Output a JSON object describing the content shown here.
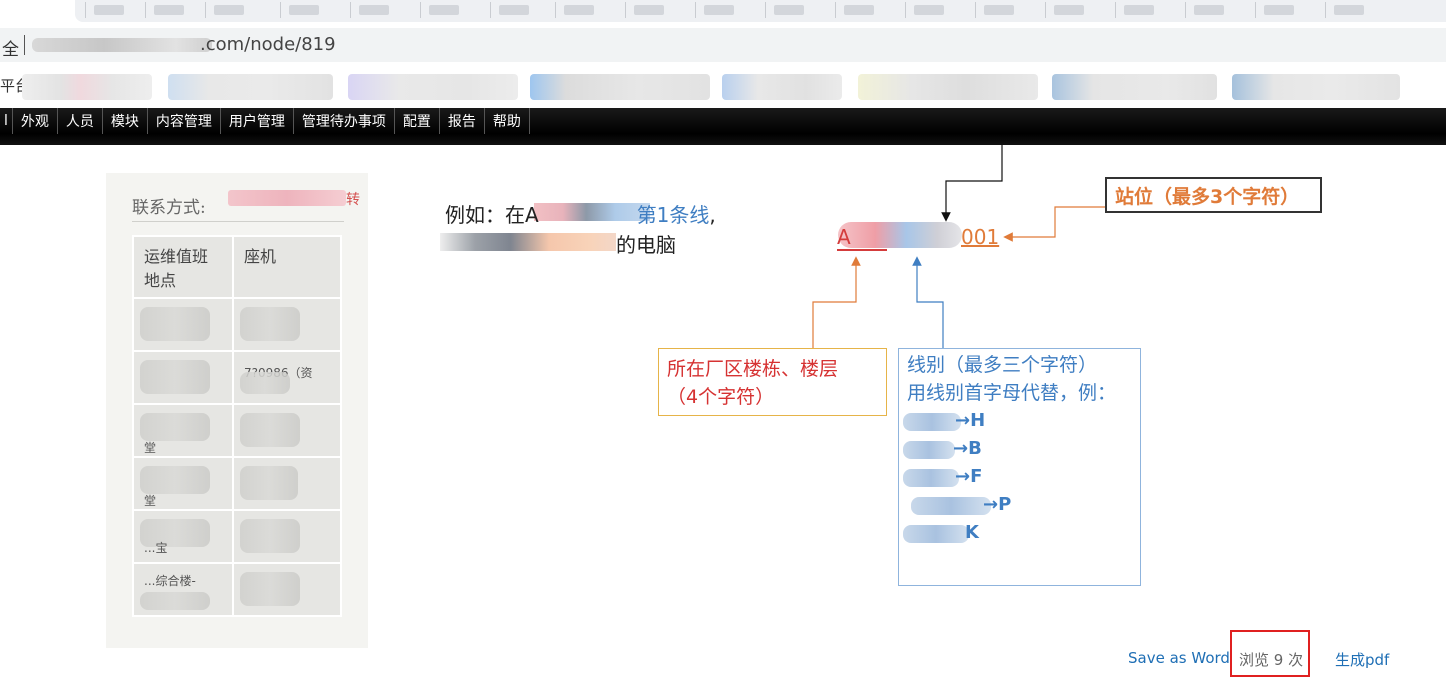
{
  "browser": {
    "address": {
      "secure_label": "全",
      "url_visible": ".com/node/819"
    },
    "bookmarks": {
      "first_label": "平台"
    }
  },
  "admin_toolbar": {
    "items": [
      "l",
      "外观",
      "人员",
      "模块",
      "内容管理",
      "用户管理",
      "管理待办事项",
      "配置",
      "报告",
      "帮助"
    ]
  },
  "sidebar": {
    "contact_label": "联系方式:",
    "contact_suffix": "转",
    "table": {
      "headers": [
        "运维值班地点",
        "座机"
      ],
      "rows": [
        [
          "",
          ""
        ],
        [
          "",
          "7?0986（资"
        ],
        [
          "堂",
          ""
        ],
        [
          "堂",
          ""
        ],
        [
          "...宝",
          ""
        ],
        [
          "...综合楼-",
          ""
        ]
      ]
    }
  },
  "diagram": {
    "example_prefix": "例如：在A",
    "example_line_hl": "第1条线",
    "example_line_end": ",",
    "example_line2_end": "的电脑",
    "code_prefix": "A",
    "code_suffix": "001",
    "station_box": "站位（最多3个字符）",
    "floor_box": [
      "所在厂区楼栋、楼层",
      "（4个字符）"
    ],
    "line_box_title": [
      "线别（最多三个字符）",
      "用线别首字母代替，例："
    ],
    "line_mappings": [
      "→H",
      "→B",
      "→F",
      "→P",
      "K"
    ],
    "colors": {
      "orange": "#e07b39",
      "red": "#d63232",
      "blue": "#3f7ec2"
    }
  },
  "footer": {
    "save_word": "Save as Word",
    "view_count": "浏览 9 次",
    "generate_pdf": "生成pdf"
  }
}
